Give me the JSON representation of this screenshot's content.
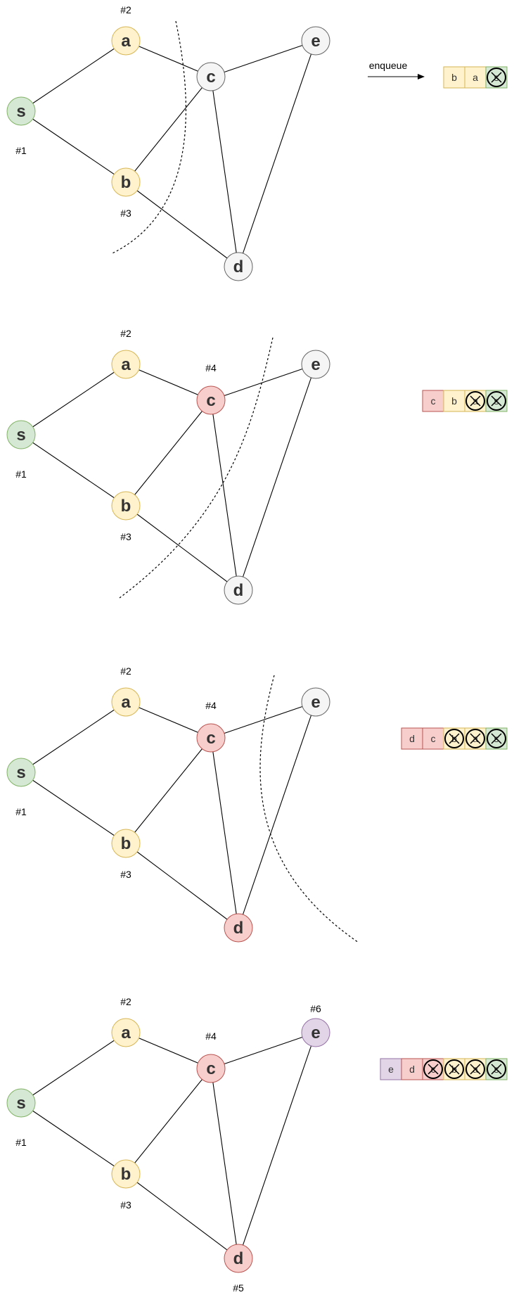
{
  "colors": {
    "green_fill": "#d5e8d4",
    "green_stroke": "#82b366",
    "yellow_fill": "#fff2cc",
    "yellow_stroke": "#d6b656",
    "red_fill": "#f8cecc",
    "red_stroke": "#b85450",
    "purple_fill": "#e1d5e7",
    "purple_stroke": "#9673a6",
    "gray_fill": "#f5f5f5",
    "gray_stroke": "#666666",
    "text": "#333333",
    "edge": "#000000"
  },
  "enqueue_label": "enqueue",
  "panels": [
    {
      "nodes": {
        "s": {
          "label": "s",
          "color": "green",
          "rank": "#1"
        },
        "a": {
          "label": "a",
          "color": "yellow",
          "rank": "#2"
        },
        "b": {
          "label": "b",
          "color": "yellow",
          "rank": "#3"
        },
        "c": {
          "label": "c",
          "color": "gray",
          "rank": ""
        },
        "d": {
          "label": "d",
          "color": "gray",
          "rank": ""
        },
        "e": {
          "label": "e",
          "color": "gray",
          "rank": ""
        }
      },
      "queue": [
        {
          "label": "b",
          "color": "yellow",
          "dequeued": false
        },
        {
          "label": "a",
          "color": "yellow",
          "dequeued": false
        },
        {
          "label": "s",
          "color": "green",
          "dequeued": true
        }
      ],
      "show_enqueue": true
    },
    {
      "nodes": {
        "s": {
          "label": "s",
          "color": "green",
          "rank": "#1"
        },
        "a": {
          "label": "a",
          "color": "yellow",
          "rank": "#2"
        },
        "b": {
          "label": "b",
          "color": "yellow",
          "rank": "#3"
        },
        "c": {
          "label": "c",
          "color": "red",
          "rank": "#4"
        },
        "d": {
          "label": "d",
          "color": "gray",
          "rank": ""
        },
        "e": {
          "label": "e",
          "color": "gray",
          "rank": ""
        }
      },
      "queue": [
        {
          "label": "c",
          "color": "red",
          "dequeued": false
        },
        {
          "label": "b",
          "color": "yellow",
          "dequeued": false
        },
        {
          "label": "a",
          "color": "yellow",
          "dequeued": true
        },
        {
          "label": "s",
          "color": "green",
          "dequeued": true
        }
      ],
      "show_enqueue": false
    },
    {
      "nodes": {
        "s": {
          "label": "s",
          "color": "green",
          "rank": "#1"
        },
        "a": {
          "label": "a",
          "color": "yellow",
          "rank": "#2"
        },
        "b": {
          "label": "b",
          "color": "yellow",
          "rank": "#3"
        },
        "c": {
          "label": "c",
          "color": "red",
          "rank": "#4"
        },
        "d": {
          "label": "d",
          "color": "red",
          "rank": ""
        },
        "e": {
          "label": "e",
          "color": "gray",
          "rank": ""
        }
      },
      "queue": [
        {
          "label": "d",
          "color": "red",
          "dequeued": false
        },
        {
          "label": "c",
          "color": "red",
          "dequeued": false
        },
        {
          "label": "b",
          "color": "yellow",
          "dequeued": true
        },
        {
          "label": "a",
          "color": "yellow",
          "dequeued": true
        },
        {
          "label": "s",
          "color": "green",
          "dequeued": true
        }
      ],
      "show_enqueue": false
    },
    {
      "nodes": {
        "s": {
          "label": "s",
          "color": "green",
          "rank": "#1"
        },
        "a": {
          "label": "a",
          "color": "yellow",
          "rank": "#2"
        },
        "b": {
          "label": "b",
          "color": "yellow",
          "rank": "#3"
        },
        "c": {
          "label": "c",
          "color": "red",
          "rank": "#4"
        },
        "d": {
          "label": "d",
          "color": "red",
          "rank": "#5"
        },
        "e": {
          "label": "e",
          "color": "purple",
          "rank": "#6"
        }
      },
      "queue": [
        {
          "label": "e",
          "color": "purple",
          "dequeued": false
        },
        {
          "label": "d",
          "color": "red",
          "dequeued": false
        },
        {
          "label": "c",
          "color": "red",
          "dequeued": true
        },
        {
          "label": "b",
          "color": "yellow",
          "dequeued": true
        },
        {
          "label": "a",
          "color": "yellow",
          "dequeued": true
        },
        {
          "label": "s",
          "color": "green",
          "dequeued": true
        }
      ],
      "show_enqueue": false
    }
  ],
  "edges": [
    [
      "s",
      "a"
    ],
    [
      "s",
      "b"
    ],
    [
      "a",
      "c"
    ],
    [
      "b",
      "c"
    ],
    [
      "b",
      "d"
    ],
    [
      "c",
      "d"
    ],
    [
      "c",
      "e"
    ],
    [
      "d",
      "e"
    ]
  ]
}
